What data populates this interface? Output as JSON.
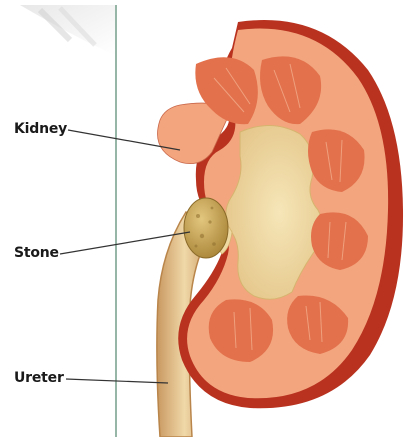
{
  "labels": {
    "kidney": "Kidney",
    "stone": "Stone",
    "ureter": "Ureter"
  },
  "colors": {
    "cortex": "#f3a57e",
    "capsule": "#b8321f",
    "medulla": "#e2714c",
    "pelvis": "#eed9a3",
    "stone": "#c9a659",
    "ureter": "#d9b37a"
  }
}
